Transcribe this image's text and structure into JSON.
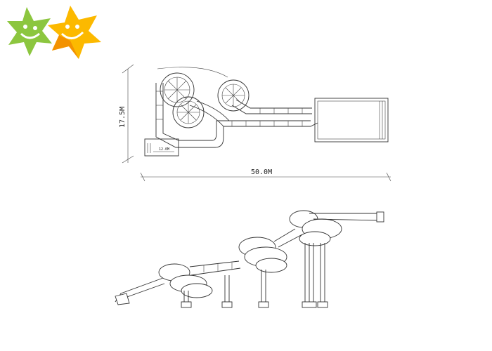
{
  "logo": {
    "name": "star-smile-logo",
    "colors": {
      "green": "#8cc63f",
      "yellow": "#fcb900",
      "orange": "#f39200"
    }
  },
  "plan_view": {
    "height_dimension": "17.5M",
    "width_dimension": "50.0M",
    "platform_dimension": "12.0M"
  },
  "colors": {
    "line": "#333333",
    "background": "#ffffff"
  }
}
